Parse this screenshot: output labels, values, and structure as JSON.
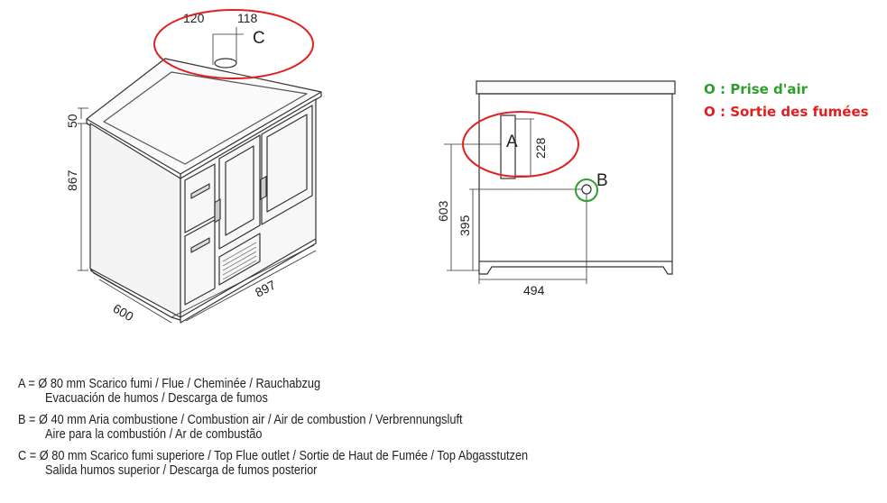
{
  "front_view": {
    "dim_width": "897",
    "dim_depth": "600",
    "dim_height": "867",
    "dim_top": "50",
    "dim_c_x": "120",
    "dim_c_y": "118",
    "label_c": "C"
  },
  "rear_view": {
    "dim_a_height": "228",
    "dim_a_y": "603",
    "dim_b_y": "395",
    "dim_b_x": "494",
    "label_a": "A",
    "label_b": "B"
  },
  "legend": {
    "intake": {
      "label": "O : Prise d'air",
      "color": "#2e9e2e"
    },
    "exhaust": {
      "label": "O : Sortie des fumées",
      "color": "#e02020"
    }
  },
  "descriptions": [
    {
      "text": "A = Ø 80 mm  Scarico fumi / Flue / Cheminée / Rauchabzug",
      "indent": false
    },
    {
      "text": "Evacuación de humos / Descarga de fumos",
      "indent": true
    },
    {
      "text": "B = Ø 40 mm  Aria combustione / Combustion air / Air de combustion / Verbrennungsluft",
      "indent": false
    },
    {
      "text": "Aire para la combustión / Ar de combustão",
      "indent": true
    },
    {
      "text": "C = Ø 80 mm  Scarico fumi superiore / Top Flue outlet / Sortie de Haut de Fumée / Top Abgasstutzen",
      "indent": false
    },
    {
      "text": "Salida humos superior / Descarga de fumos posterior",
      "indent": true
    }
  ],
  "colors": {
    "intake_circle": "#2e9e2e",
    "exhaust_ellipse": "#e02020"
  }
}
